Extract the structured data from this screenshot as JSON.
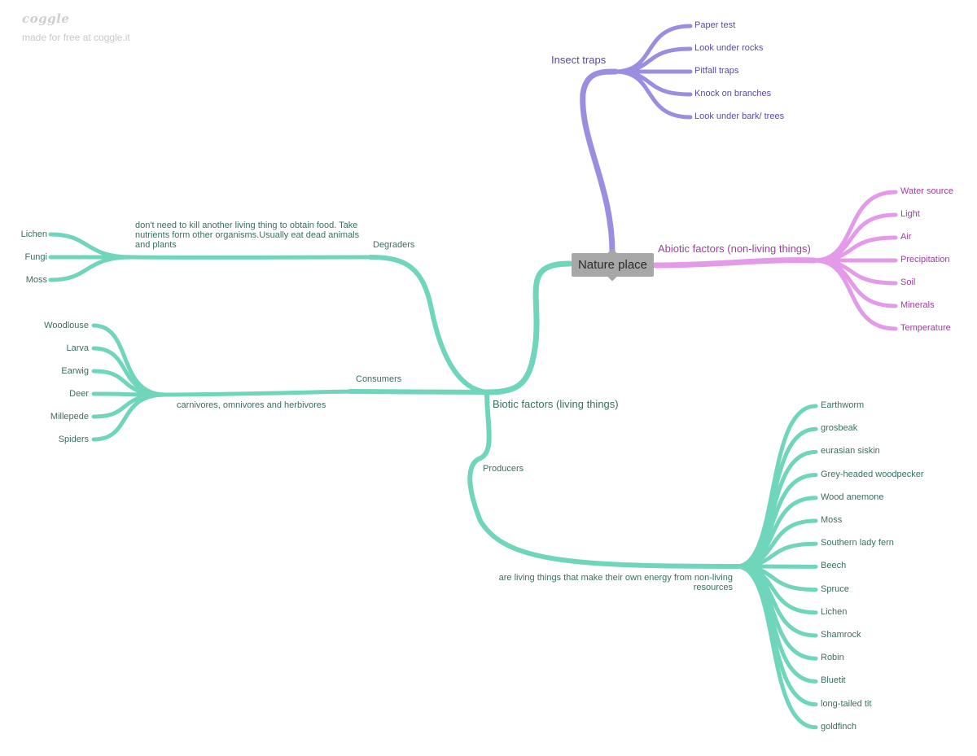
{
  "brand": {
    "logo": "coggle",
    "tagline": "made for free at coggle.it"
  },
  "root": {
    "label": "Nature place"
  },
  "insect": {
    "label": "Insect traps",
    "items": [
      "Paper test",
      "Look under rocks",
      "Pitfall traps",
      "Knock on branches",
      "Look under bark/ trees"
    ]
  },
  "abiotic": {
    "label": "Abiotic factors (non-living things)",
    "items": [
      "Water source",
      "Light",
      "Air",
      "Precipitation",
      "Soil",
      "Minerals",
      "Temperature"
    ]
  },
  "biotic": {
    "label": "Biotic factors (living things)",
    "degraders": {
      "label": "Degraders",
      "description": "don't need to kill another living thing to obtain food. Take nutrients form other organisms.Usually eat dead animals and plants",
      "items": [
        "Lichen",
        "Fungi",
        "Moss"
      ]
    },
    "consumers": {
      "label": "Consumers",
      "description": "carnivores, omnivores and herbivores",
      "items": [
        "Woodlouse",
        "Larva",
        "Earwig",
        "Deer",
        "Millepede",
        "Spiders"
      ]
    },
    "producers": {
      "label": "Producers",
      "description": "are living things that make their own energy from non-living resources",
      "items": [
        "Earthworm",
        "grosbeak",
        "eurasian siskin",
        "Grey-headed woodpecker",
        "Wood anemone",
        "Moss",
        "Southern lady fern",
        "Beech",
        "Spruce",
        "Lichen",
        "Shamrock",
        "Robin",
        "Bluetit",
        "long-tailed tit",
        "goldfinch"
      ]
    }
  },
  "colors": {
    "green": "#6fd5bb",
    "purple": "#9b8ee0",
    "pink": "#e39ae8",
    "root": "#a7a7a7"
  }
}
